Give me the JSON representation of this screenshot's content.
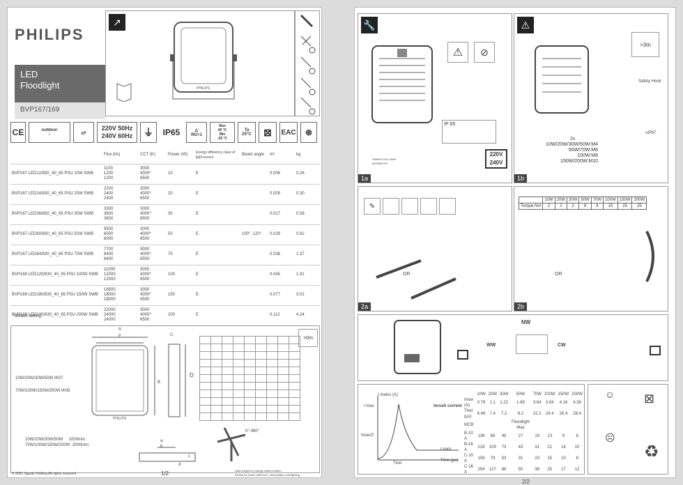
{
  "page1": {
    "brand": "PHILIPS",
    "product_line1": "LED",
    "product_line2": "Floodlight",
    "model": "BVP167/169",
    "footer_left": "© 2021 Signify Holding All rights reserved",
    "page_num": "1/2",
    "footer_right1": "Data subject to change without notice",
    "footer_right2": "Please for future reference: www.philips.com/lighting"
  },
  "page2": {
    "page_num": "2/2"
  },
  "icons": {
    "spec_voltage_1": "220V",
    "spec_freq_1": "50Hz",
    "spec_voltage_2": "240V",
    "spec_freq_2": "60Hz",
    "ip": "IP65",
    "rg": "RG=1",
    "max_label": "Max",
    "max_temp": "40 °C",
    "min_label": "Min",
    "min_temp": "-25 °C",
    "ta_label": "Ta",
    "ta_temp": "25°C",
    "outdoor": "outdoor"
  },
  "spec_table": {
    "headers": [
      "Flux (lm)",
      "CCT (K)",
      "Power (W)",
      "Energy efficiency class of light source",
      "Beam angle",
      "m²",
      "kg"
    ],
    "beam_angle": "100°, 120°",
    "rows": [
      {
        "name": "BVP167 LED12/830_40_65 PSU 10W SWB",
        "flux": [
          "1100",
          "1200",
          "1200"
        ],
        "cct": [
          "3000",
          "4000*",
          "6500"
        ],
        "power": "10",
        "eec": "E",
        "area": "0.006",
        "kg": "0.26"
      },
      {
        "name": "BVP167 LED24/830_40_65 PSU 20W SWB",
        "flux": [
          "2200",
          "2400",
          "2400"
        ],
        "cct": [
          "3000",
          "4000*",
          "6500"
        ],
        "power": "20",
        "eec": "E",
        "area": "0.009",
        "kg": "0.30"
      },
      {
        "name": "BVP167 LED36/830_40_65 PSU 30W SWB",
        "flux": [
          "3300",
          "3600",
          "3600"
        ],
        "cct": [
          "3000",
          "4000*",
          "6500"
        ],
        "power": "30",
        "eec": "E",
        "area": "0.017",
        "kg": "0.58"
      },
      {
        "name": "BVP167 LED60/830_40_65 PSU 50W SWB",
        "flux": [
          "5500",
          "6000",
          "6000"
        ],
        "cct": [
          "3000",
          "4000*",
          "6500"
        ],
        "power": "50",
        "eec": "E",
        "area": "0.028",
        "kg": "0.82"
      },
      {
        "name": "BVP167 LED84/830_40_65 PSU 70W SWB",
        "flux": [
          "7700",
          "8400",
          "8400"
        ],
        "cct": [
          "3000",
          "4000*",
          "6500"
        ],
        "power": "70",
        "eec": "E",
        "area": "0.038",
        "kg": "1.37"
      },
      {
        "name": "BVP169 LED120/830_40_65 PSU 100W SWB",
        "flux": [
          "11000",
          "12000",
          "12000"
        ],
        "cct": [
          "3000",
          "4000*",
          "6500"
        ],
        "power": "100",
        "eec": "E",
        "area": "0.045",
        "kg": "1.91"
      },
      {
        "name": "BVP169 LED180/830_40_65 PSU 150W SWB",
        "flux": [
          "16500",
          "18000",
          "18000"
        ],
        "cct": [
          "3000",
          "4000*",
          "6500"
        ],
        "power": "150",
        "eec": "E",
        "area": "0.077",
        "kg": "3.01"
      },
      {
        "name": "BVP169 LED240/830_40_65 PSU 200W SWB",
        "flux": [
          "22000",
          "24000",
          "24000"
        ],
        "cct": [
          "3000",
          "4000*",
          "6500"
        ],
        "power": "200",
        "eec": "E",
        "area": "0.112",
        "kg": "4.24"
      }
    ],
    "footnote": "*default setting."
  },
  "dims": {
    "a": "A",
    "b": "B",
    "c": "C",
    "d": "D",
    "e": "E",
    "ip_line1": "10W/20W/30W/50W IK07",
    "ip_line2": "70W/100W/150W/200W IK08",
    "cable1": "10W/20W/30W/50W",
    "cable1_len": "1000mm",
    "cable2": "70W/100W/150W/200W",
    "cable2_len": "2000mm",
    "rotation": "0°-360°",
    "dist": ">0m",
    "small_a": "a",
    "small_b": "b",
    "small_c": "c",
    "small_d": "d"
  },
  "install": {
    "step_1a": "1a",
    "step_1b": "1b",
    "step_2a": "2a",
    "step_2b": "2b",
    "ip_badge": "IP 65",
    "v1": "220V",
    "v2": "240V",
    "cable_note1": "H05RN-F3x1.0mm²",
    "cable_note2": "60245IEC57",
    "height": ">3m",
    "safety_hook": "Safety Hook",
    "ip67": "≥IP67",
    "screws_x": "2x",
    "screw_list": [
      "10W/20W/30W/50W:M4",
      "50W/70W:M6",
      "100W:M8",
      "150W/200W:M10"
    ],
    "or": "OR",
    "nw": "NW",
    "ww": "WW",
    "cw": "CW"
  },
  "torque": {
    "header": [
      "10W",
      "20W",
      "30W",
      "50W",
      "70W",
      "100W",
      "150W",
      "200W"
    ],
    "label": "Torque Nm",
    "values": [
      "2",
      "2",
      "2",
      "8",
      "8",
      "15",
      "25",
      "25"
    ]
  },
  "inrush": {
    "title": "Inrush current",
    "imains": "I mains (A)",
    "imax": "I max",
    "imax2": "Imax/2",
    "inom": "I nom",
    "time": "Time (µs)",
    "ttrel": "Ttrel",
    "header": [
      "10W",
      "20W",
      "30W",
      "50W",
      "70W",
      "100W",
      "150W",
      "200W"
    ],
    "rows": [
      {
        "label": "Imax (A)",
        "values": [
          "0.79",
          "1.1",
          "1.22",
          "1.68",
          "3.64",
          "3.84",
          "4.16",
          "4.38"
        ]
      },
      {
        "label": "Ttrel (µs)",
        "values": [
          "6.48",
          "7.4",
          "7.2",
          "8.2",
          "22.2",
          "24.4",
          "26.4",
          "28.4"
        ]
      },
      {
        "label": "MCB",
        "values": [
          "",
          "",
          "",
          "Floodlight Max",
          "",
          "",
          "",
          ""
        ]
      },
      {
        "label": "B-10 A",
        "values": [
          "136",
          "68",
          "46",
          "27",
          "19",
          "13",
          "9",
          "6"
        ]
      },
      {
        "label": "B-16 A",
        "values": [
          "218",
          "109",
          "73",
          "43",
          "31",
          "21",
          "14",
          "10"
        ]
      },
      {
        "label": "C-10 A",
        "values": [
          "159",
          "79",
          "53",
          "31",
          "23",
          "15",
          "10",
          "8"
        ]
      },
      {
        "label": "C-16 A",
        "values": [
          "254",
          "127",
          "86",
          "50",
          "36",
          "25",
          "17",
          "12"
        ]
      }
    ]
  }
}
